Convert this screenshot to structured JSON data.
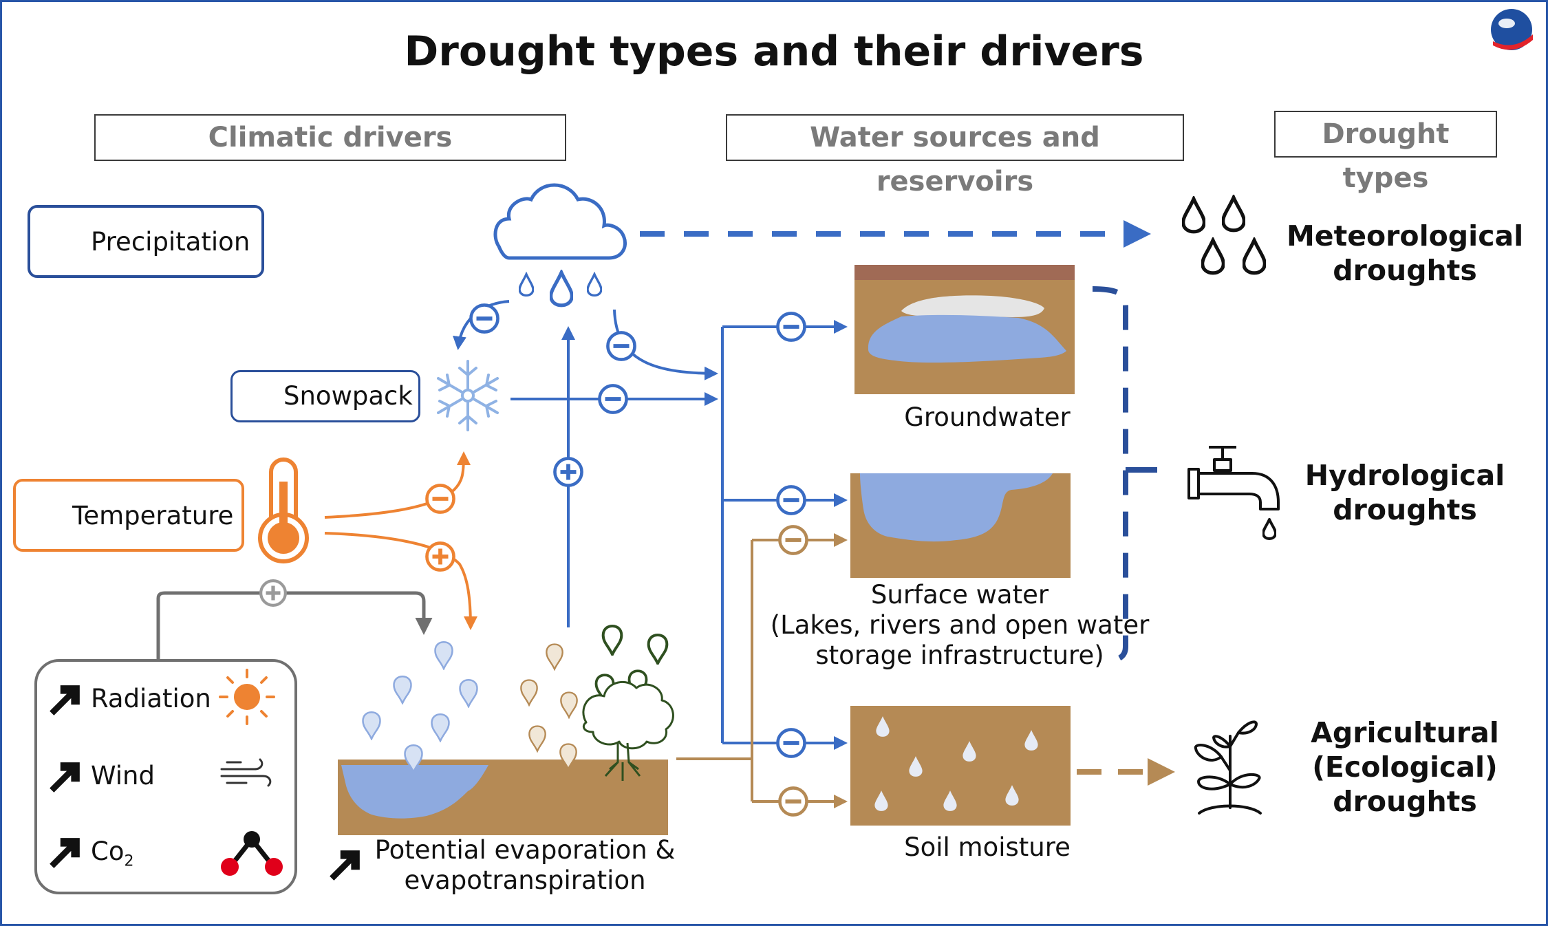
{
  "title": "Drought types and their drivers",
  "headers": {
    "climatic": "Climatic drivers",
    "water": "Water sources and reservoirs",
    "types": "Drought types"
  },
  "drivers": {
    "precipitation": "Precipitation",
    "snowpack": "Snowpack",
    "temperature": "Temperature",
    "radiation": "Radiation",
    "wind": "Wind",
    "co2_main": "Co",
    "co2_sub": "2",
    "evaporation_line1": "Potential evaporation &",
    "evaporation_line2": "evapotranspiration"
  },
  "reservoirs": {
    "groundwater": "Groundwater",
    "surface_line1": "Surface water",
    "surface_line2": "(Lakes, rivers and open water",
    "surface_line3": "storage infrastructure)",
    "soil": "Soil moisture"
  },
  "drought_types": {
    "meteorological_1": "Meteorological",
    "meteorological_2": "droughts",
    "hydrological_1": "Hydrological",
    "hydrological_2": "droughts",
    "agricultural_1": "Agricultural",
    "agricultural_2": "(Ecological)",
    "agricultural_3": "droughts"
  },
  "colors": {
    "blue": "#3a6cc4",
    "navy": "#2a4f9a",
    "orange": "#ee8332",
    "gray": "#707070",
    "soil": "#b58a55",
    "water": "#8eaadf",
    "dark_olive": "#2f5020"
  },
  "icons": [
    "logo-icon",
    "cloud-rain-icon",
    "snowflake-icon",
    "thermometer-icon",
    "sun-icon",
    "wind-icon",
    "molecule-icon",
    "drops-icon",
    "tap-icon",
    "sprout-icon",
    "tree-icon",
    "trend-down-arrow-icon",
    "trend-up-arrow-icon"
  ]
}
